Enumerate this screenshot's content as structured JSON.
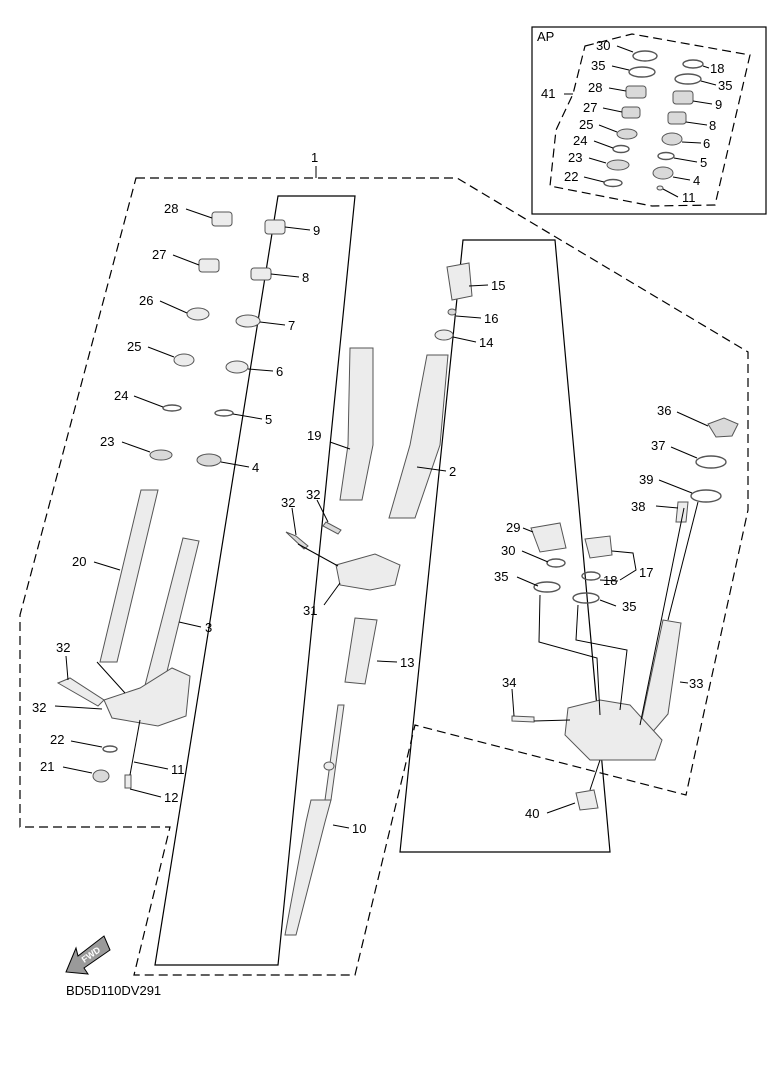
{
  "ap_box_label": "AP",
  "diagram_code": "BD5D110DV291",
  "fwd_label": "FWD",
  "callouts": [
    "1",
    "2",
    "3",
    "4",
    "5",
    "6",
    "7",
    "8",
    "9",
    "10",
    "11",
    "12",
    "13",
    "14",
    "15",
    "16",
    "17",
    "18",
    "19",
    "20",
    "21",
    "22",
    "23",
    "24",
    "25",
    "26",
    "27",
    "28",
    "29",
    "30",
    "31",
    "32",
    "33",
    "34",
    "35",
    "36",
    "37",
    "38",
    "39",
    "40",
    "41"
  ]
}
